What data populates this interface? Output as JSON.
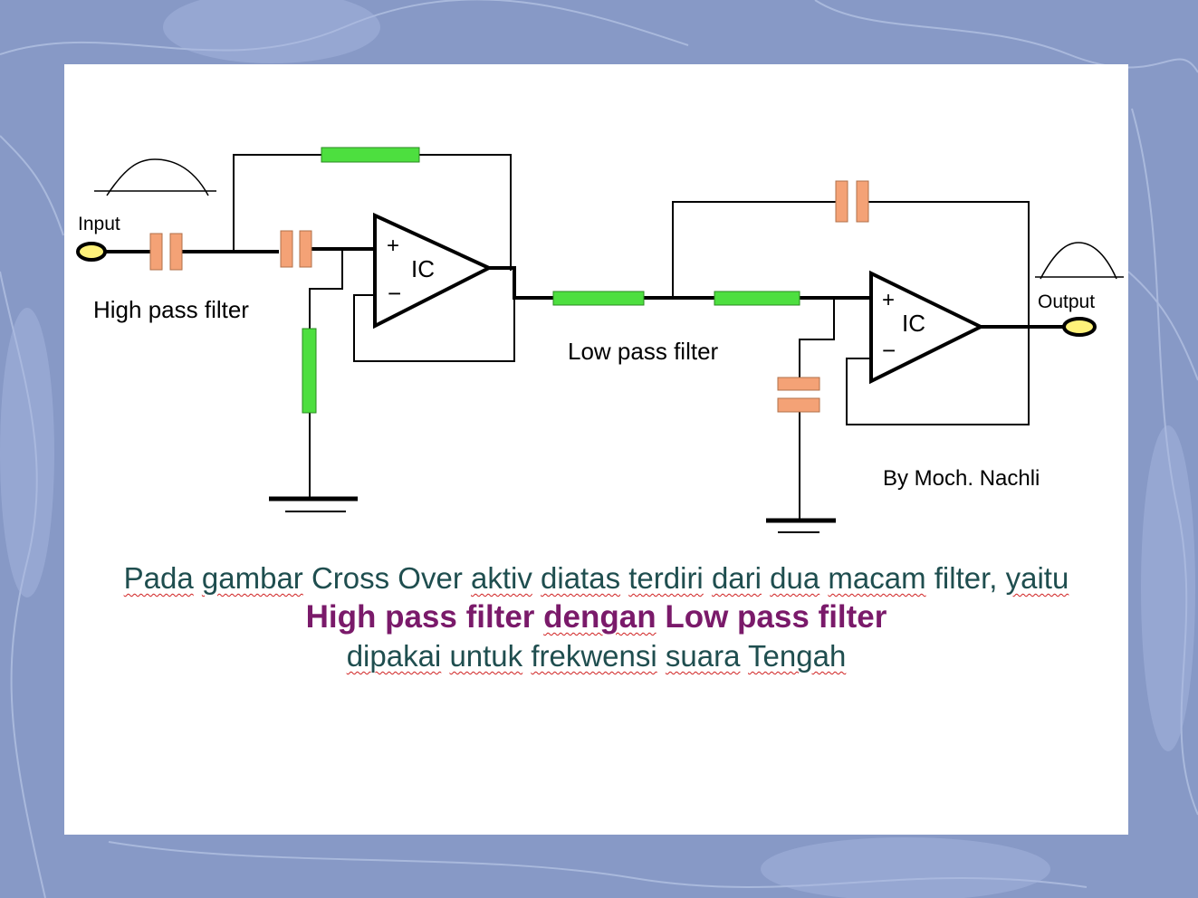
{
  "diagram": {
    "labels": {
      "input": "Input",
      "output": "Output",
      "high_pass": "High pass filter",
      "low_pass": "Low pass filter",
      "ic1": "IC",
      "ic2": "IC",
      "plus": "+",
      "minus": "−",
      "author": "By Moch. Nachli"
    },
    "colors": {
      "resistor": "#4ddf3f",
      "capacitor": "#f4a276",
      "terminal": "#fff27a",
      "wire": "#000000",
      "slide_background": "#8a9ec8"
    }
  },
  "caption": {
    "line1": [
      "Pada",
      "gambar",
      "Cross Over",
      "aktiv",
      "diatas",
      "terdiri",
      "dari",
      "dua",
      "macam",
      "filter,",
      "yaitu"
    ],
    "line2": [
      "High pass filter",
      "dengan",
      "Low pass filter"
    ],
    "line3": [
      "dipakai",
      "untuk",
      "frekwensi",
      "suara",
      "Tengah"
    ],
    "color_text": "#1f4e4f",
    "color_emphasis": "#7a1a6a"
  }
}
